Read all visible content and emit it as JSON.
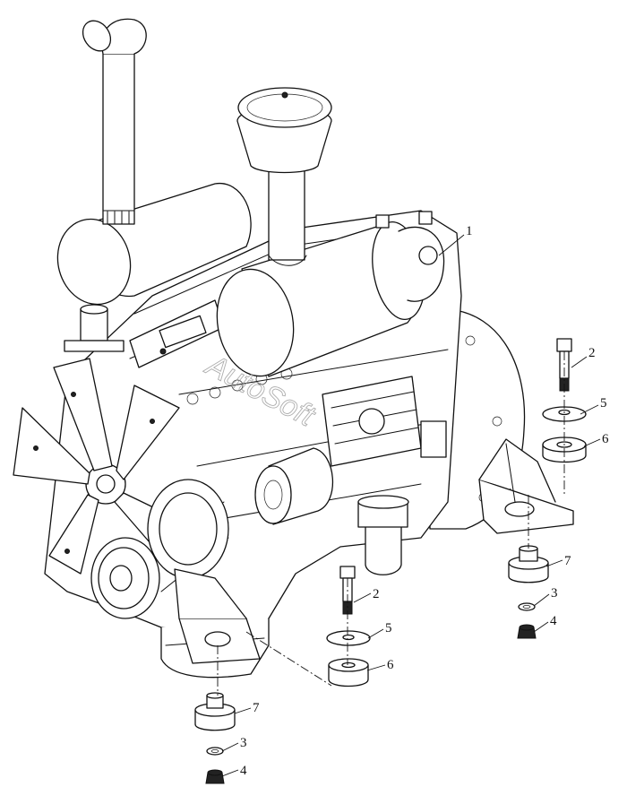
{
  "watermark": "AutoSoft",
  "callouts": [
    {
      "id": "c1a",
      "label": "1"
    },
    {
      "id": "c2a",
      "label": "2"
    },
    {
      "id": "c5a",
      "label": "5"
    },
    {
      "id": "c6a",
      "label": "6"
    },
    {
      "id": "c7a",
      "label": "7"
    },
    {
      "id": "c3a",
      "label": "3"
    },
    {
      "id": "c4a",
      "label": "4"
    },
    {
      "id": "c2b",
      "label": "2"
    },
    {
      "id": "c5b",
      "label": "5"
    },
    {
      "id": "c6b",
      "label": "6"
    },
    {
      "id": "c7b",
      "label": "7"
    },
    {
      "id": "c3b",
      "label": "3"
    },
    {
      "id": "c4b",
      "label": "4"
    }
  ]
}
